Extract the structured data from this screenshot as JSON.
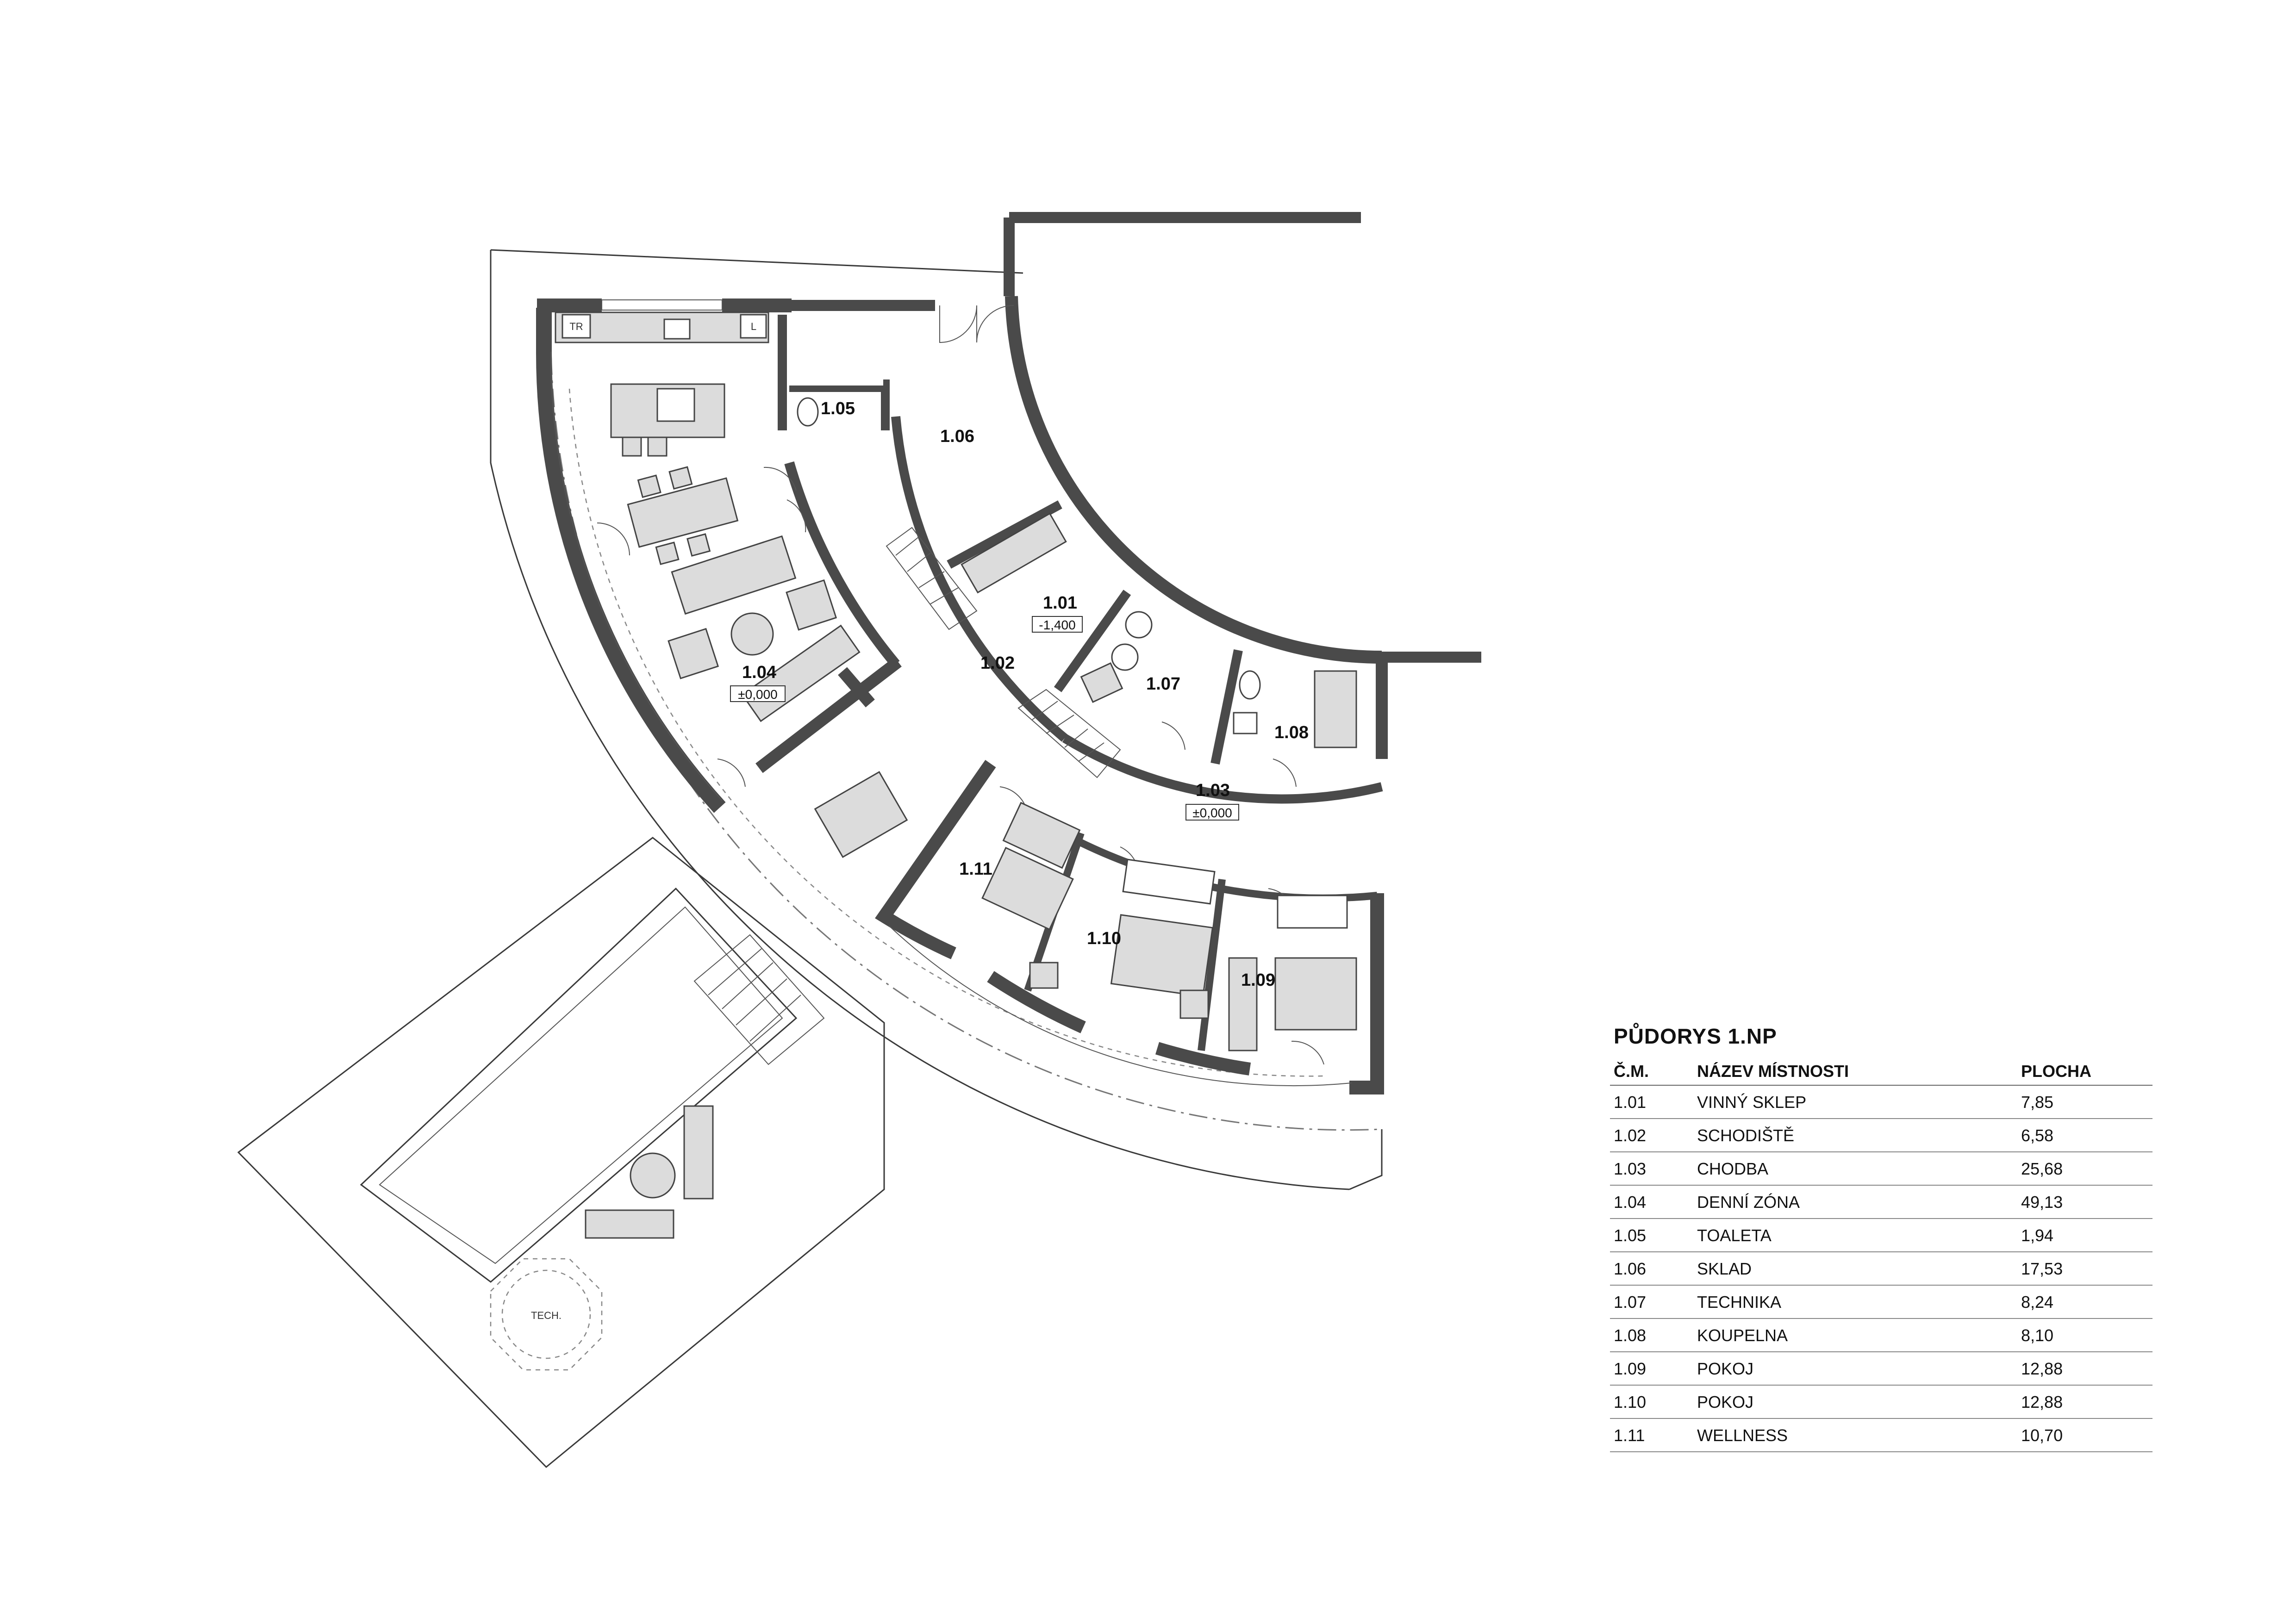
{
  "rooms": [
    {
      "num": "1.01",
      "level": "-1,400"
    },
    {
      "num": "1.02",
      "level": ""
    },
    {
      "num": "1.03",
      "level": "±0,000"
    },
    {
      "num": "1.04",
      "level": "±0,000"
    },
    {
      "num": "1.05",
      "level": ""
    },
    {
      "num": "1.06",
      "level": ""
    },
    {
      "num": "1.07",
      "level": ""
    },
    {
      "num": "1.08",
      "level": ""
    },
    {
      "num": "1.09",
      "level": ""
    },
    {
      "num": "1.10",
      "level": ""
    },
    {
      "num": "1.11",
      "level": ""
    }
  ],
  "fixtures": {
    "fridge": "TR",
    "cabinet": "L",
    "tech": "TECH."
  },
  "legend": {
    "title": "PŮDORYS 1.NP",
    "headers": [
      "Č.M.",
      "NÁZEV MÍSTNOSTI",
      "PLOCHA"
    ],
    "rows": [
      [
        "1.01",
        "VINNÝ SKLEP",
        "7,85"
      ],
      [
        "1.02",
        "SCHODIŠTĚ",
        "6,58"
      ],
      [
        "1.03",
        "CHODBA",
        "25,68"
      ],
      [
        "1.04",
        "DENNÍ ZÓNA",
        "49,13"
      ],
      [
        "1.05",
        "TOALETA",
        "1,94"
      ],
      [
        "1.06",
        "SKLAD",
        "17,53"
      ],
      [
        "1.07",
        "TECHNIKA",
        "8,24"
      ],
      [
        "1.08",
        "KOUPELNA",
        "8,10"
      ],
      [
        "1.09",
        "POKOJ",
        "12,88"
      ],
      [
        "1.10",
        "POKOJ",
        "12,88"
      ],
      [
        "1.11",
        "WELLNESS",
        "10,70"
      ]
    ]
  }
}
